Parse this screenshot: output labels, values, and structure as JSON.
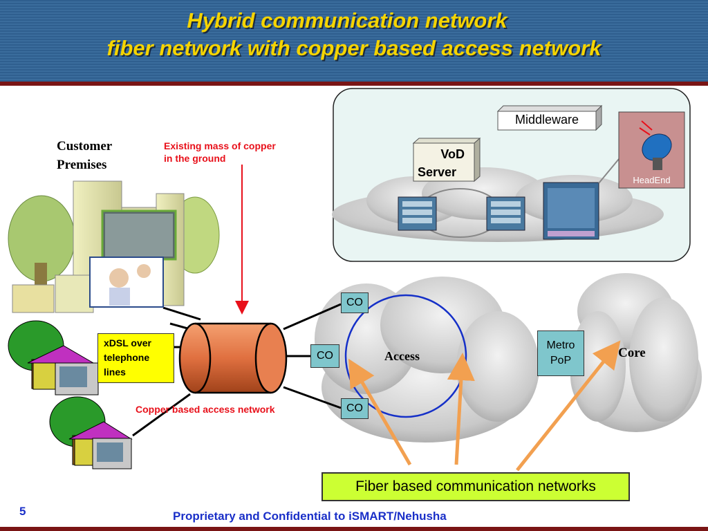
{
  "header": {
    "title_line1": "Hybrid communication network",
    "title_line2": "fiber network with copper based access network"
  },
  "labels": {
    "customer_premises_1": "Customer",
    "customer_premises_2": "Premises",
    "existing_copper_1": "Existing mass of copper",
    "existing_copper_2": "in the ground",
    "xdsl_1": "xDSL over",
    "xdsl_2": "telephone",
    "xdsl_3": "lines",
    "copper_access": "Copper based access network",
    "middleware": "Middleware",
    "vod_1": "VoD",
    "vod_2": "Server",
    "headend": "HeadEnd",
    "co_top": "CO",
    "co_mid": "CO",
    "co_bottom": "CO",
    "access": "Access",
    "metro_1": "Metro",
    "metro_2": "PoP",
    "core": "Core",
    "fiber": "Fiber based communication networks"
  },
  "footer": {
    "page_number": "5",
    "text": "Proprietary and Confidential to iSMART/Nehusha"
  },
  "colors": {
    "title": "#f5d400",
    "header_bg": "#2f5f8f",
    "accent_red": "#e8101a",
    "footer_text": "#1a2fc8",
    "co_box": "#7fc6cc",
    "fiber_box": "#ccff33",
    "copper_pipe": "#e07a4a",
    "orange_arrow": "#f2a050",
    "ring": "#1530c8"
  }
}
